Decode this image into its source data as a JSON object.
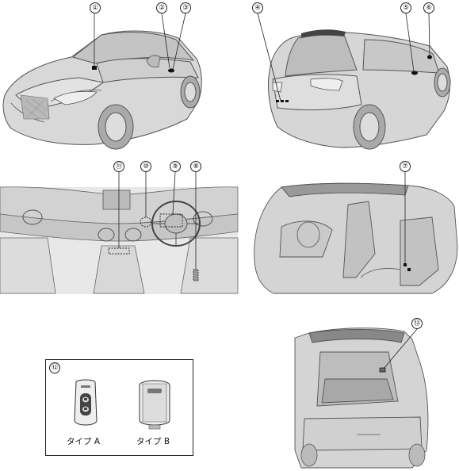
{
  "callouts": {
    "c1": "①",
    "c2": "②",
    "c3": "③",
    "c4": "④",
    "c5": "⑤",
    "c6": "⑥",
    "c7": "⑦",
    "c8": "⑧",
    "c9": "⑨",
    "c10": "⑩",
    "c11": "⑪",
    "c12": "⑫",
    "c13": "⑬"
  },
  "keys": {
    "type_a": "タイプ A",
    "type_b": "タイプ B"
  }
}
